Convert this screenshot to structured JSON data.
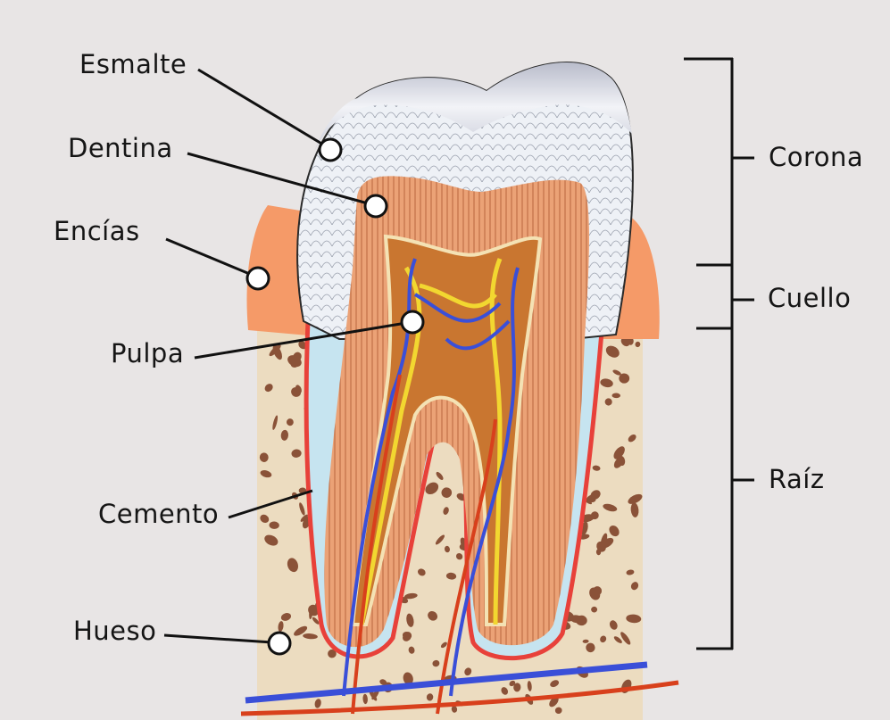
{
  "labels": {
    "esmalte": "Esmalte",
    "dentina": "Dentina",
    "encias": "Encías",
    "pulpa": "Pulpa",
    "cemento": "Cemento",
    "hueso": "Hueso"
  },
  "regions": {
    "corona": "Corona",
    "cuello": "Cuello",
    "raiz": "Raíz"
  },
  "colors": {
    "background": "#e8e5e5",
    "bone": "#ecdcc0",
    "bone_pore": "#8a5238",
    "gum": "#f28a5c",
    "enamel": "#e4e8f0",
    "dentin": "#eaa070",
    "pulp": "#c8702c",
    "cementum": "#e8413a",
    "ligament": "#bfe0ee",
    "vein": "#3a4fd8",
    "artery": "#d8401c",
    "nerve": "#f2d730"
  }
}
